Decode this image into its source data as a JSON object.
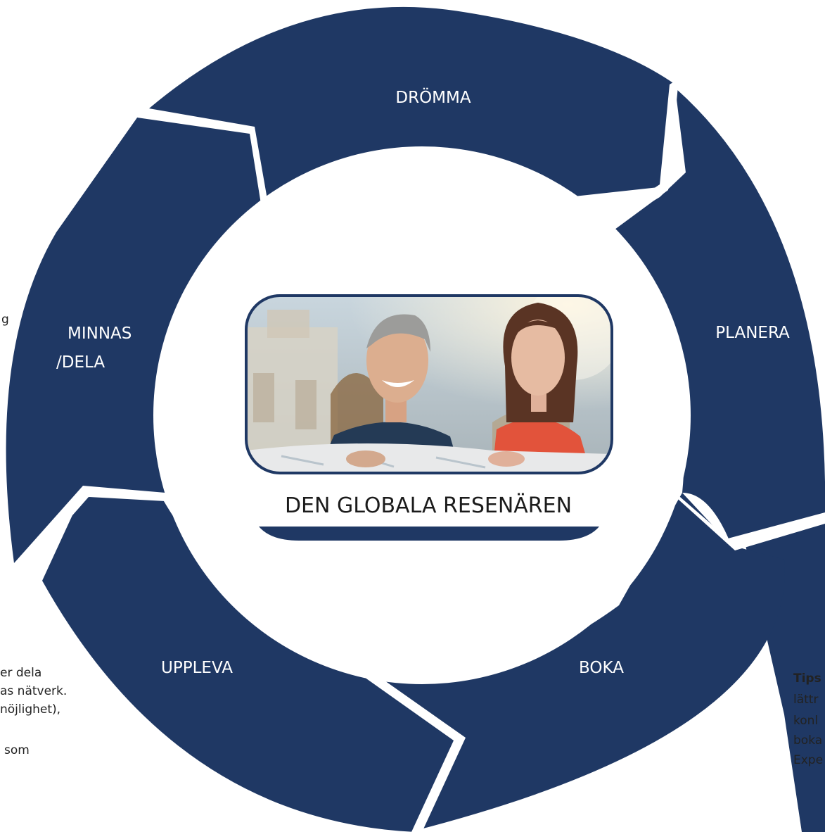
{
  "colors": {
    "ring": "#1F3864",
    "background": "#ffffff",
    "photo_border": "#1F3864"
  },
  "stages": {
    "dromma": "DRÖMMA",
    "planera": "PLANERA",
    "boka": "BOKA",
    "uppleva": "UPPLEVA",
    "minnas_line1": "MINNAS",
    "minnas_line2": "/DELA"
  },
  "center": {
    "title": "DEN GLOBALA RESENÄREN",
    "photo": "couple-reading-map-photo"
  },
  "left_text": {
    "fragment_1": "g",
    "line_1": "er dela",
    "line_2": "as nätverk.",
    "line_3": "nöjlighet),",
    "line_4": "som"
  },
  "right_text": {
    "line_1_bold": "Tips",
    "line_2": "lättr",
    "line_3": "konl",
    "line_4": "boka",
    "line_5": "Expe"
  }
}
